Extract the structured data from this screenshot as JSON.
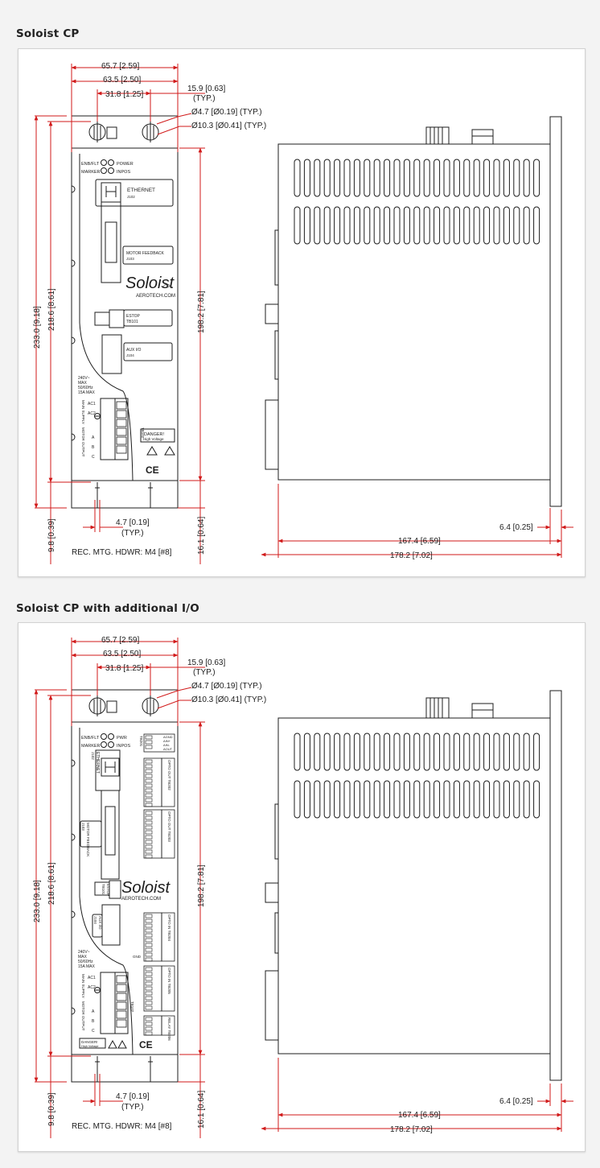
{
  "sections": [
    {
      "title": "Soloist CP",
      "dims": {
        "overall_width": "65.7 [2.59]",
        "hole_span": "63.5 [2.50]",
        "center_offset": "31.8 [1.25]",
        "hole_edge": "15.9 [0.63]",
        "typ": "(TYP.)",
        "small_hole": "Ø4.7 [Ø0.19] (TYP.)",
        "large_hole": "Ø10.3 [Ø0.41] (TYP.)",
        "overall_height": "233.0 [9.18]",
        "hole_height": "218.6 [8.61]",
        "body_height": "198.2 [7.81]",
        "bottom_offset": "9.8 [0.39]",
        "bottom_height": "16.1 [0.64]",
        "slot_width": "4.7 [0.19]",
        "slot_typ": "(TYP.)",
        "hardware": "REC. MTG. HDWR: M4 [#8]",
        "depth_body": "167.4 [6.59]",
        "depth_total": "178.2 [7.02]",
        "flange": "6.4 [0.25]"
      },
      "labels": {
        "enb_flt": "ENB/FLT",
        "marker": "MARKER",
        "power": "POWER",
        "inpos": "INPOS",
        "ethernet": "ETHERNET",
        "j102": "J102",
        "motor_feedback": "MOTOR FEEDBACK",
        "j103": "J103",
        "brand": "Soloist",
        "brand_suffix": "CP",
        "aerotech": "AEROTECH.COM",
        "estop": "ESTOP",
        "tb101": "TB101",
        "aux_io": "AUX I/O",
        "j104": "J104",
        "rating1": "240V~",
        "rating2": "MAX",
        "rating3": "50/60Hz",
        "rating4": "15A MAX",
        "main_supply": "MAIN SUPPLY",
        "motor_output": "MOTOR OUTPUT",
        "ac1": "AC1",
        "ac2": "AC2",
        "a": "A",
        "b": "B",
        "c": "C",
        "tb102": "TB102",
        "danger": "DANGER!",
        "high_voltage": "High Voltage",
        "ce": "CE"
      }
    },
    {
      "title": "Soloist CP with additional I/O",
      "dims": {
        "overall_width": "65.7 [2.59]",
        "hole_span": "63.5 [2.50]",
        "center_offset": "31.8 [1.25]",
        "hole_edge": "15.9 [0.63]",
        "typ": "(TYP.)",
        "small_hole": "Ø4.7 [Ø0.19] (TYP.)",
        "large_hole": "Ø10.3 [Ø0.41] (TYP.)",
        "overall_height": "233.0 [9.18]",
        "hole_height": "218.6 [8.61]",
        "body_height": "198.2 [7.81]",
        "bottom_offset": "9.8 [0.39]",
        "bottom_height": "16.1 [0.64]",
        "slot_width": "4.7 [0.19]",
        "slot_typ": "(TYP.)",
        "hardware": "REC. MTG. HDWR: M4 [#8]",
        "depth_body": "167.4 [6.59]",
        "depth_total": "178.2 [7.02]",
        "flange": "6.4 [0.25]"
      },
      "labels": {
        "enb_flt": "ENB/FLT",
        "marker": "MARKER",
        "power": "PWR",
        "inpos": "INPOS",
        "ethernet": "ETHERNET",
        "j102": "J102",
        "motor_feedback": "MOTOR FEEDBACK",
        "j103": "J103",
        "brand": "Soloist",
        "brand_suffix": "",
        "aerotech": "AEROTECH.COM",
        "estop": "ESTOP",
        "tb101": "TB101",
        "aux_io": "AUX I/O",
        "j104": "J104",
        "rating1": "240V~",
        "rating2": "MAX",
        "rating3": "50/60Hz",
        "rating4": "15A MAX",
        "main_supply": "MAIN SUPPLY",
        "motor_output": "MOTOR OUTPUT",
        "ac1": "AC1",
        "ac2": "AC2",
        "a": "A",
        "b": "B",
        "c": "C",
        "tb102": "TB102",
        "danger": "DANGER!",
        "high_voltage": "High Voltage",
        "ce": "CE",
        "tb201": "TB201",
        "opto_out_tb202": "OPTO OUT TB202",
        "opto_out_tb203": "OPTO OUT TB203",
        "opto_in_tb204": "OPTO IN TB204",
        "opto_in_tb205": "OPTO IN TB205",
        "relay_tb206": "RELAY TB206",
        "agnd": "AGND",
        "ain_p": "AIN+",
        "ain_m": "AIN-",
        "aout": "AOUT",
        "gnd": "GND"
      }
    }
  ],
  "colors": {
    "dimension": "#d11a1a",
    "drawing": "#1c1c1c"
  }
}
